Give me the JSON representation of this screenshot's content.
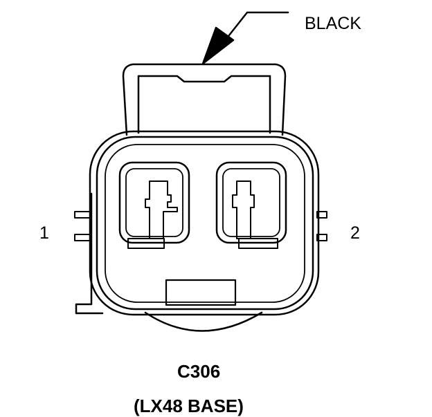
{
  "connector": {
    "color_callout": "BLACK",
    "id": "C306",
    "variant": "(LX48 BASE)",
    "pins": [
      {
        "label": "1",
        "side": "left"
      },
      {
        "label": "2",
        "side": "right"
      }
    ]
  },
  "colors": {
    "ink": "#000000",
    "paper": "#ffffff"
  }
}
